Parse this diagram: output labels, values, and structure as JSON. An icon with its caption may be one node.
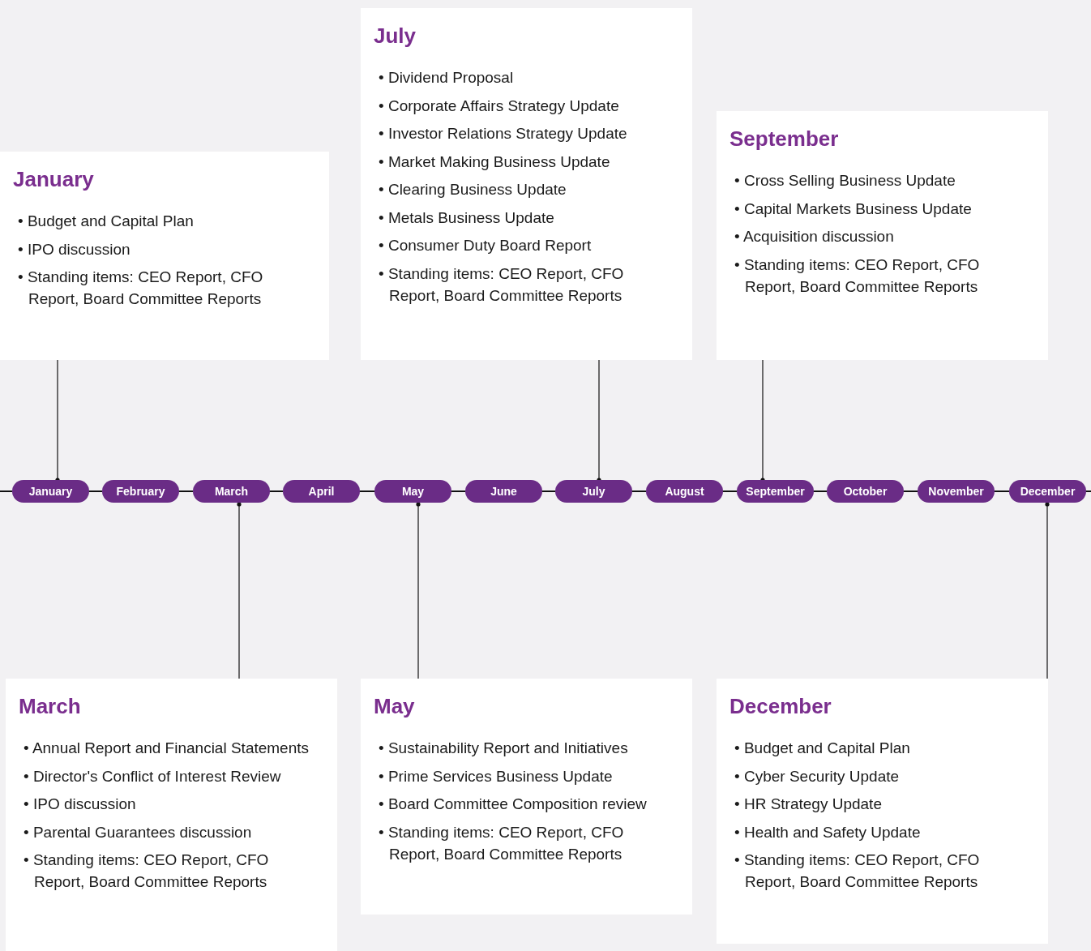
{
  "diagram": {
    "nodes": [
      {
        "text": [
          "January",
          "• Budget and Capital Plan",
          "• IPO discussion",
          "• Standing items: CEO Report, CFO Report, Board Committee Reports"
        ]
      },
      {
        "text": [
          "July",
          "• Dividend Proposal",
          "• Corporate Affairs Strategy Update",
          "• Investor Relations Strategy Update",
          "• Market Making Business Update",
          "• Clearing Business Update",
          "• Metals Business Update",
          "• Consumer Duty Board Report",
          "• Standing items: CEO Report, CFO Report, Board Committee Reports"
        ]
      },
      {
        "text": [
          "September",
          "• Cross Selling Business Update",
          "• Capital Markets Business Update",
          "• Acquisition discussion",
          "• Standing items: CEO Report, CFO Report, Board Committee Reports"
        ]
      },
      {
        "text": [
          "January"
        ]
      },
      {
        "text": [
          "February"
        ]
      },
      {
        "text": [
          "March"
        ]
      },
      {
        "text": [
          "April"
        ]
      },
      {
        "text": [
          "May"
        ]
      },
      {
        "text": [
          "June"
        ]
      },
      {
        "text": [
          "July"
        ]
      },
      {
        "text": [
          "August"
        ]
      },
      {
        "text": [
          "September"
        ]
      },
      {
        "text": [
          "October"
        ]
      },
      {
        "text": [
          "November"
        ]
      },
      {
        "text": [
          "December"
        ]
      },
      {
        "text": [
          "March",
          "• Annual Report and Financial Statements",
          "• Director's Conflict of Interest Review",
          "• IPO discussion",
          "• Parental Guarantees discussion",
          "• Standing items: CEO Report, CFO Report, Board Committee Reports"
        ]
      },
      {
        "text": [
          "May",
          "• Sustainability Report and Initiatives",
          "• Prime Services Business Update",
          "• Board Committee Composition review",
          "• Standing items: CEO Report, CFO Report, Board Committee Reports"
        ]
      },
      {
        "text": [
          "December",
          "• Budget and Capital Plan",
          "• Cyber Security Update",
          "• HR Strategy Update",
          "• Health and Safety Update",
          "• Standing items: CEO Report, CFO Report, Board Committee Reports"
        ]
      }
    ],
    "edges": [
      {
        "from": null,
        "to": 3,
        "arrow": "none"
      },
      {
        "from": 3,
        "to": 4,
        "arrow": "none"
      },
      {
        "from": 4,
        "to": 5,
        "arrow": "none"
      },
      {
        "from": 5,
        "to": 6,
        "arrow": "none"
      },
      {
        "from": 6,
        "to": 7,
        "arrow": "none"
      },
      {
        "from": 7,
        "to": 8,
        "arrow": "none"
      },
      {
        "from": 8,
        "to": 9,
        "arrow": "none"
      },
      {
        "from": 9,
        "to": 10,
        "arrow": "none"
      },
      {
        "from": 10,
        "to": 11,
        "arrow": "none"
      },
      {
        "from": 11,
        "to": 12,
        "arrow": "none"
      },
      {
        "from": 12,
        "to": 13,
        "arrow": "none"
      },
      {
        "from": 13,
        "to": 14,
        "arrow": "none"
      },
      {
        "from": 14,
        "to": null,
        "arrow": "none"
      },
      {
        "from": 0,
        "to": 3,
        "arrow": "other"
      },
      {
        "from": 1,
        "to": 9,
        "arrow": "other"
      },
      {
        "from": 2,
        "to": 11,
        "arrow": "other"
      },
      {
        "from": 15,
        "to": 5,
        "arrow": "other"
      },
      {
        "from": 16,
        "to": 7,
        "arrow": "other"
      },
      {
        "from": 17,
        "to": 14,
        "arrow": "other"
      }
    ]
  }
}
